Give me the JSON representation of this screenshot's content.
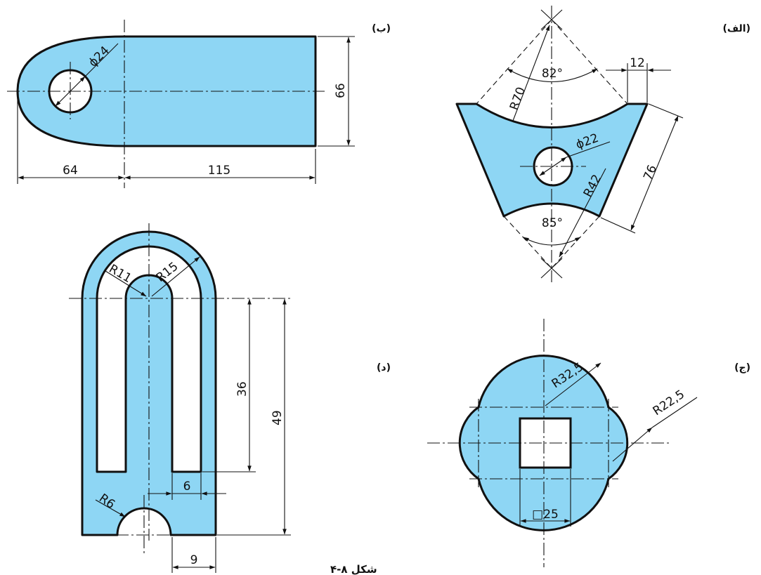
{
  "labels": {
    "alef": "(الف)",
    "be": "(ب)",
    "jim": "(ج)",
    "dal": "(د)"
  },
  "caption": "شکل ۸-۴",
  "drawing_b": {
    "d_hole": "ϕ24",
    "height": "66",
    "left": "64",
    "right": "115"
  },
  "drawing_alef": {
    "top_width": "12",
    "angle_top": "82°",
    "r_top": "R70",
    "d_hole": "ϕ22",
    "r_bottom": "R42",
    "side": "76",
    "angle_bottom": "85°"
  },
  "drawing_dal": {
    "r_inner": "R11",
    "r_outer": "R15",
    "slot_len": "36",
    "total_len": "49",
    "slot_gap": "6",
    "r_notch": "R6",
    "notch_w": "9"
  },
  "drawing_jim": {
    "r_big": "R32,5",
    "r_small": "R22,5",
    "square": "□25"
  }
}
